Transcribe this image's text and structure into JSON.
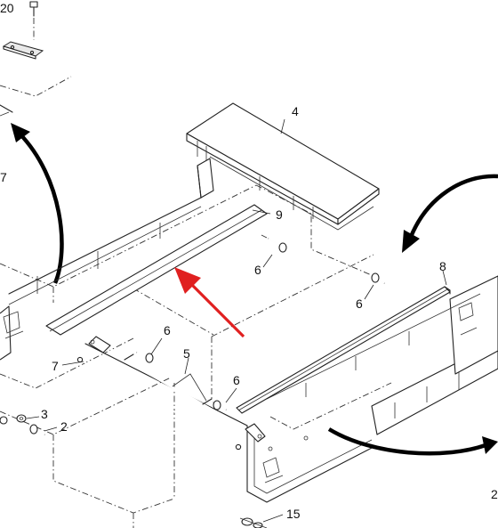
{
  "callouts": {
    "c20": "20",
    "c7_left_edge": "7",
    "c4": "4",
    "c9": "9",
    "c6_a": "6",
    "c8": "8",
    "c6_b": "6",
    "c6_c": "6",
    "c5": "5",
    "c7": "7",
    "c6_d": "6",
    "c3": "3",
    "c2": "2",
    "c15": "15",
    "c2_right_edge": "2"
  },
  "colors": {
    "line": "#222222",
    "pointer_arrow": "#e02020",
    "motion_arrow": "#000000"
  },
  "icons": [
    "screw-icon",
    "washer-icon",
    "motion-arrow-icon",
    "pointer-arrow-icon"
  ]
}
